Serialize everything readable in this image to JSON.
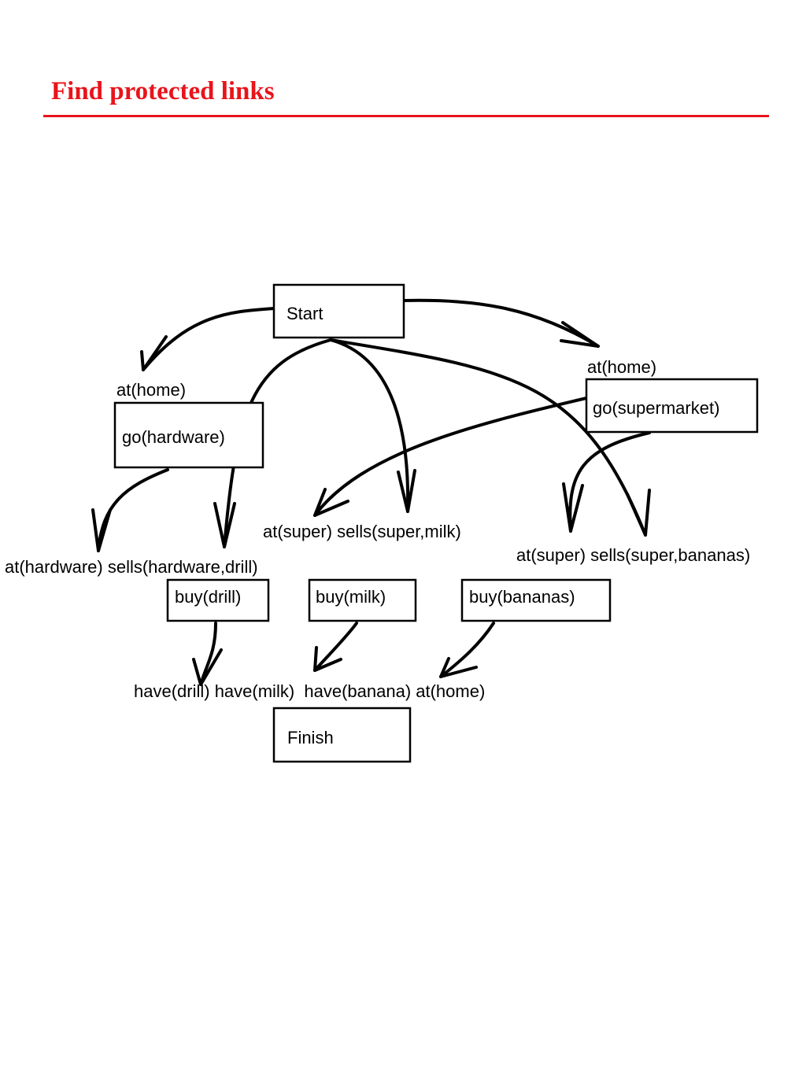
{
  "title": "Find protected links",
  "colors": {
    "title": "#e8141b",
    "rule": "#e8141b",
    "diagram_ink": "#000000"
  },
  "diagram": {
    "nodes": {
      "start": "Start",
      "go_hardware": "go(hardware)",
      "go_supermarket": "go(supermarket)",
      "buy_drill": "buy(drill)",
      "buy_milk": "buy(milk)",
      "buy_bananas": "buy(bananas)",
      "finish": "Finish"
    },
    "conditions": {
      "hardware_pre": "at(home)",
      "supermarket_pre": "at(home)",
      "drill_pre": "at(hardware) sells(hardware,drill)",
      "milk_pre": "at(super) sells(super,milk)",
      "bananas_pre": "at(super) sells(super,bananas)",
      "finish_pre": "have(drill) have(milk)  have(banana) at(home)"
    }
  }
}
